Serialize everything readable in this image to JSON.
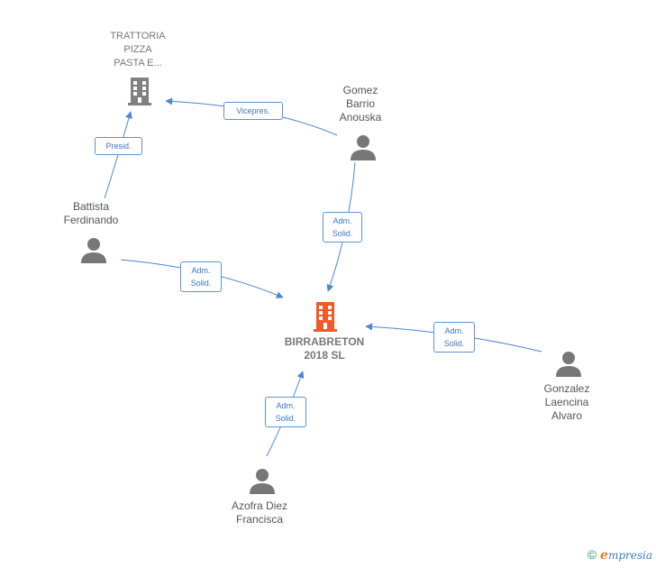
{
  "nodes": {
    "trattoria": {
      "label": "TRATTORIA\nPIZZA\nPASTA E...",
      "type": "company",
      "color": "#808080"
    },
    "gomez": {
      "label": "Gomez\nBarrio\nAnouska",
      "type": "person"
    },
    "battista": {
      "label": "Battista\nFerdinando",
      "type": "person"
    },
    "birrabreton": {
      "label": "BIRRABRETON\n2018  SL",
      "type": "company",
      "color": "#f05a28"
    },
    "gonzalez": {
      "label": "Gonzalez\nLaencina\nAlvaro",
      "type": "person"
    },
    "azofra": {
      "label": "Azofra Diez\nFrancisca",
      "type": "person"
    }
  },
  "edges": [
    {
      "from": "gomez",
      "to": "trattoria",
      "label": "Vicepres."
    },
    {
      "from": "battista",
      "to": "trattoria",
      "label": "Presid."
    },
    {
      "from": "gomez",
      "to": "birrabreton",
      "label": "Adm.\nSolid."
    },
    {
      "from": "battista",
      "to": "birrabreton",
      "label": "Adm.\nSolid."
    },
    {
      "from": "gonzalez",
      "to": "birrabreton",
      "label": "Adm.\nSolid."
    },
    {
      "from": "azofra",
      "to": "birrabreton",
      "label": "Adm.\nSolid."
    }
  ],
  "colors": {
    "edge": "#4a87d4",
    "person_icon": "#777777"
  },
  "brand": {
    "copyright": "©",
    "e": "e",
    "rest": "mpresia"
  }
}
